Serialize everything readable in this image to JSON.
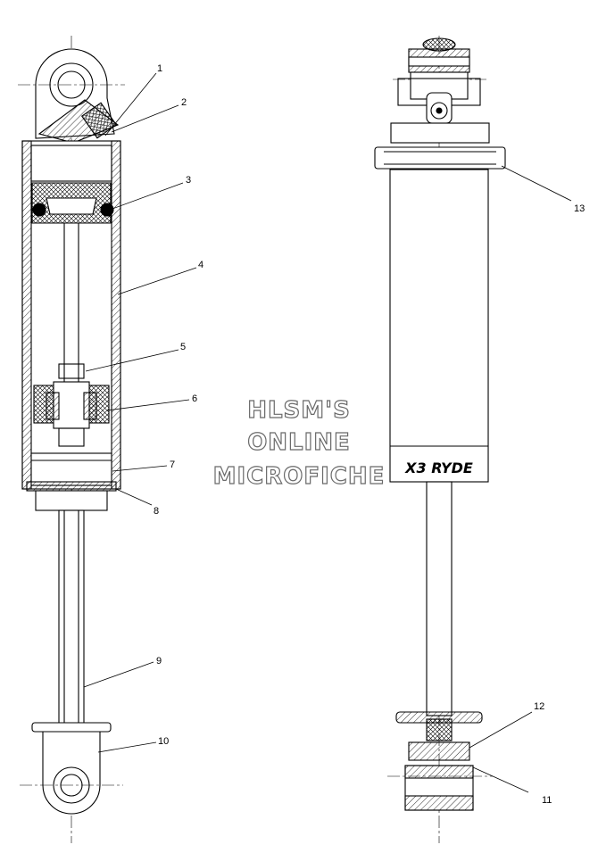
{
  "callouts": [
    {
      "id": "1",
      "text": "1"
    },
    {
      "id": "2",
      "text": "2"
    },
    {
      "id": "3",
      "text": "3"
    },
    {
      "id": "4",
      "text": "4"
    },
    {
      "id": "5",
      "text": "5"
    },
    {
      "id": "6",
      "text": "6"
    },
    {
      "id": "7",
      "text": "7"
    },
    {
      "id": "8",
      "text": "8"
    },
    {
      "id": "9",
      "text": "9"
    },
    {
      "id": "10",
      "text": "10"
    },
    {
      "id": "11",
      "text": "11"
    },
    {
      "id": "12",
      "text": "12"
    },
    {
      "id": "13",
      "text": "13"
    }
  ],
  "watermark": {
    "line1": "HLSM'S",
    "line2": "ONLINE",
    "line3": "MICROFICHE"
  },
  "decal_text": "X3 RYDE",
  "colors": {
    "line": "#000000",
    "background": "#ffffff",
    "watermark_outline": "#6a6a6a"
  }
}
